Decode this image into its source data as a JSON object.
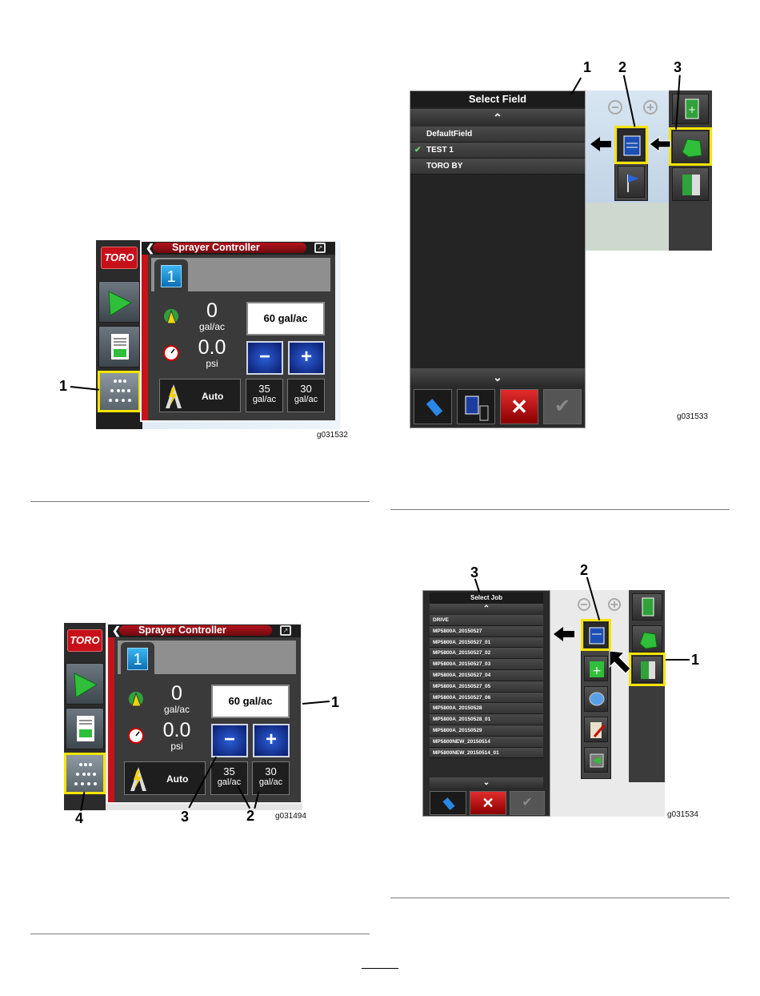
{
  "figures": {
    "fig1": {
      "code": "g031532",
      "callouts": [
        "1"
      ]
    },
    "fig2": {
      "code": "g031533",
      "callouts": [
        "1",
        "2",
        "3"
      ]
    },
    "fig3": {
      "code": "g031494",
      "callouts": [
        "1",
        "2",
        "3",
        "4"
      ]
    },
    "fig4": {
      "code": "g031534",
      "callouts": [
        "1",
        "2",
        "3"
      ]
    }
  },
  "sprayer": {
    "logo": "TORO",
    "title": "Sprayer Controller",
    "tab": "1",
    "rate_value": "0",
    "rate_unit": "gal/ac",
    "pressure_value": "0.0",
    "pressure_unit": "psi",
    "target": "60 gal/ac",
    "minus": "−",
    "plus": "+",
    "auto": "Auto",
    "preset1_value": "35",
    "preset1_unit": "gal/ac",
    "preset2_value": "30",
    "preset2_unit": "gal/ac"
  },
  "select_field": {
    "title": "Select Field",
    "items": [
      "DefaultField",
      "TEST 1",
      "TORO BY"
    ],
    "selected_index": 1
  },
  "select_job": {
    "title": "Select Job",
    "items": [
      "DRIVE",
      "MP5800A_20150527",
      "MP5800A_20150527_01",
      "MP5800A_20150527_02",
      "MP5800A_20150527_03",
      "MP5800A_20150527_04",
      "MP5800A_20150527_05",
      "MP5800A_20150527_06",
      "MP5800A_20150528",
      "MP5800A_20150528_01",
      "MP5800A_20150529",
      "MP5800NEW_20150514",
      "MP5800NEW_20150514_01"
    ]
  },
  "colors": {
    "highlight": "#f5e400",
    "toro_red": "#c8101a",
    "panel": "#3a3a3a"
  }
}
